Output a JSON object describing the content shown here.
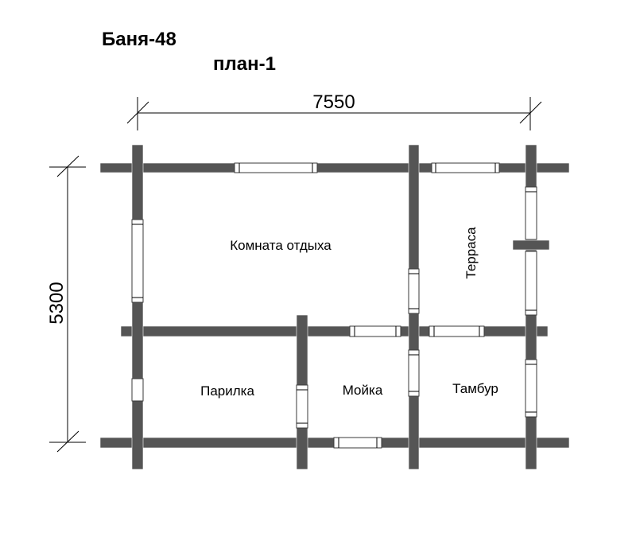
{
  "title": "Баня-48",
  "subtitle": "план-1",
  "dimensions": {
    "width": "7550",
    "height": "5300"
  },
  "rooms": {
    "lounge": "Комната отдыха",
    "terrace": "Терраса",
    "steam_room": "Парилка",
    "washroom": "Мойка",
    "vestibule": "Тамбур"
  },
  "colors": {
    "wall": "#555555",
    "window": "#ffffff",
    "line": "#000000"
  }
}
